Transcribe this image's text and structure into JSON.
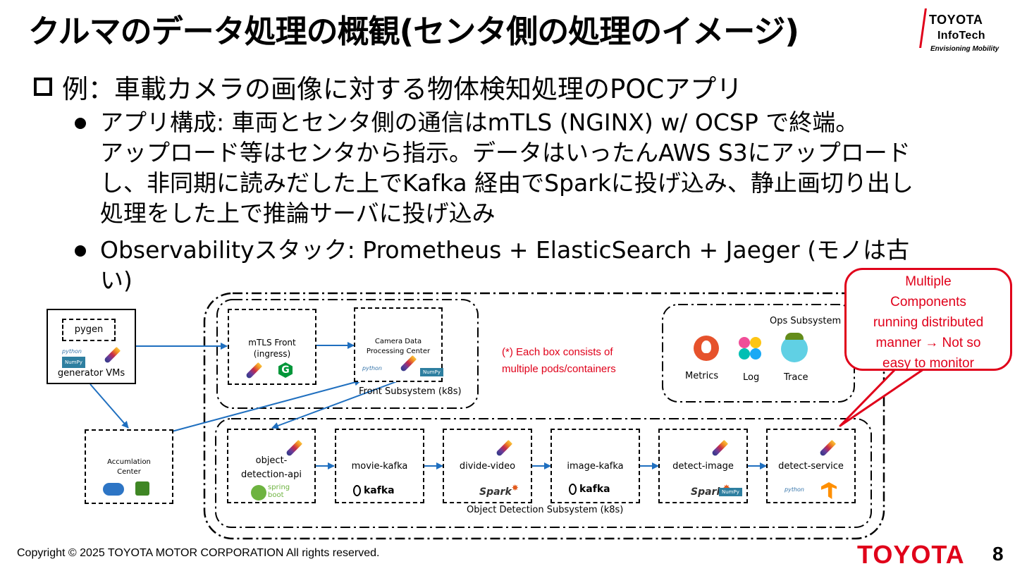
{
  "title": "クルマのデータ処理の概観(センタ側の処理のイメージ)",
  "logo": {
    "line1": "TOYOTA",
    "line2": "InfoTech",
    "line3": "Envisioning Mobility"
  },
  "subtitle": "例：車載カメラの画像に対する物体検知処理のPOCアプリ",
  "bullets": [
    {
      "lines": [
        "アプリ構成: 車両とセンタ側の通信はmTLS (NGINX) w/ OCSP で終端。",
        "アップロード等はセンタから指示。データはいったんAWS S3にアップロード",
        "し、非同期に読みだした上でKafka 経由でSparkに投げ込み、静止画切り出し",
        "処理をした上で推論サーバに投げ込み"
      ]
    },
    {
      "lines": [
        "Observabilityスタック: Prometheus + ElasticSearch + Jaeger (モノは古",
        "い)"
      ]
    }
  ],
  "diagram": {
    "generator": {
      "inner_label": "pygen",
      "label": "generator VMs"
    },
    "accumulation": {
      "label_line1": "Accumlation",
      "label_line2": "Center"
    },
    "front_subsystem": {
      "label": "Front Subsystem (k8s)",
      "mtls": {
        "line1": "mTLS Front",
        "line2": "(ingress)"
      },
      "camera": {
        "line1": "Camera Data",
        "line2": "Processing Center"
      }
    },
    "ops_subsystem": {
      "label": "Ops Subsystem",
      "items": [
        "Metrics",
        "Log",
        "Trace"
      ]
    },
    "object_detection_subsystem": {
      "label": "Object Detection Subsystem (k8s)",
      "boxes": [
        {
          "line1": "object-",
          "line2": "detection-api",
          "tech": "spring boot"
        },
        {
          "line1": "movie-kafka",
          "line2": "",
          "tech": "kafka"
        },
        {
          "line1": "divide-video",
          "line2": "",
          "tech": "Spark"
        },
        {
          "line1": "image-kafka",
          "line2": "",
          "tech": "kafka"
        },
        {
          "line1": "detect-image",
          "line2": "",
          "tech": "Spark"
        },
        {
          "line1": "detect-service",
          "line2": "",
          "tech": "python"
        }
      ]
    },
    "note": [
      "(*) Each box consists of",
      "multiple pods/containers"
    ],
    "callout": [
      "Multiple",
      "Components",
      "running distributed",
      "manner → Not so",
      "easy to monitor"
    ],
    "icon_labels": {
      "python": "python",
      "kafka": "kafka",
      "spark": "Spark",
      "spring": "spring",
      "boot": "boot",
      "nginx": "G",
      "numpy": "NumPy"
    }
  },
  "footer": {
    "copyright": "Copyright ©  2025 TOYOTA MOTOR CORPORATION All rights reserved.",
    "brand": "TOYOTA",
    "page": "8"
  },
  "colors": {
    "accent_red": "#e0001a",
    "arrow_blue": "#1f6fbf"
  }
}
